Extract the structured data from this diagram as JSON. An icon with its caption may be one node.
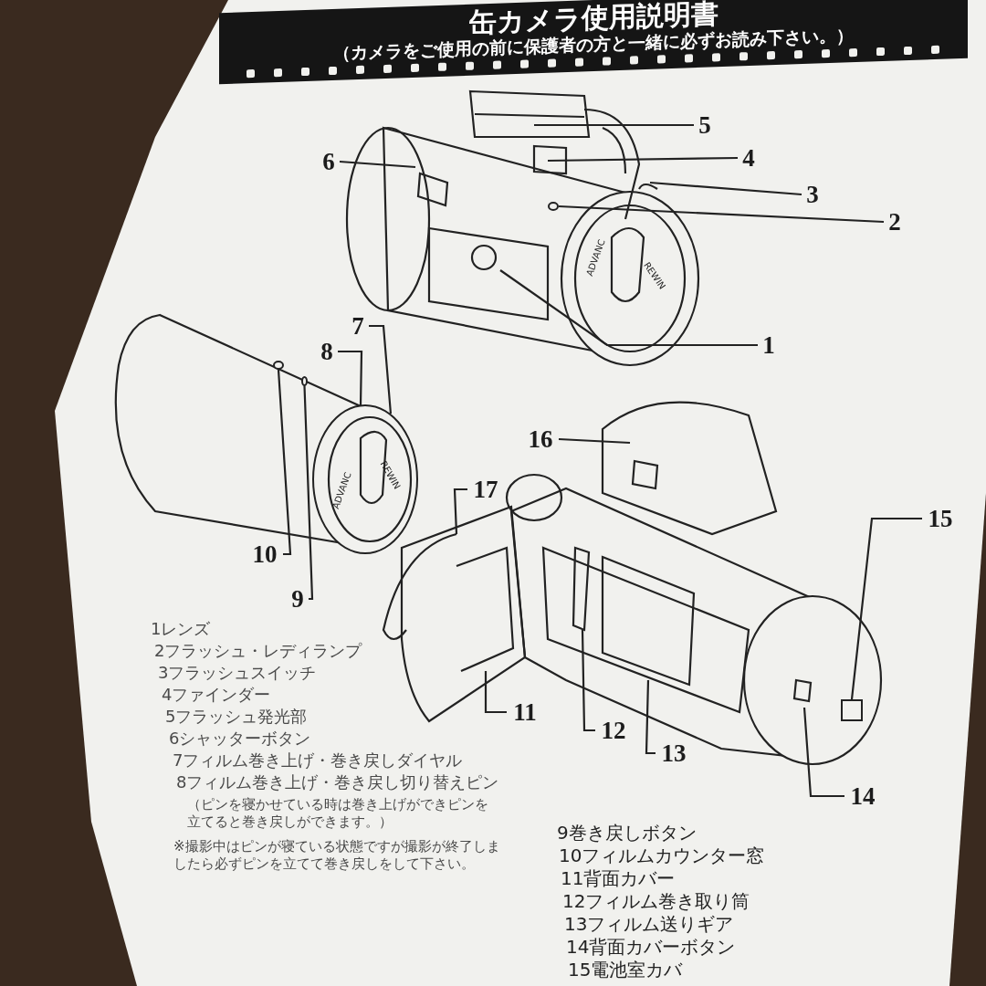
{
  "diagram": {
    "title": "缶カメラ使用説明書",
    "nodes": [
      {
        "text": [
          "5"
        ]
      },
      {
        "text": [
          "6"
        ]
      },
      {
        "text": [
          "4"
        ]
      },
      {
        "text": [
          "3"
        ]
      },
      {
        "text": [
          "2"
        ]
      },
      {
        "text": [
          "7"
        ]
      },
      {
        "text": [
          "8"
        ]
      },
      {
        "text": [
          "1"
        ]
      },
      {
        "text": [
          "16"
        ]
      },
      {
        "text": [
          "17"
        ]
      },
      {
        "text": [
          "15"
        ]
      },
      {
        "text": [
          "10"
        ]
      },
      {
        "text": [
          "9"
        ]
      },
      {
        "text": [
          "11"
        ]
      },
      {
        "text": [
          "12"
        ]
      },
      {
        "text": [
          "13"
        ]
      },
      {
        "text": [
          "14"
        ]
      },
      {
        "text": [
          "REWIN",
          "ADVANC"
        ]
      },
      {
        "text": [],
        "shape": "box"
      },
      {
        "text": [],
        "shape": "circle"
      },
      {
        "text": [],
        "shape": "circle"
      },
      {
        "text": [],
        "shape": "circle"
      }
    ],
    "edges": [
      {
        "from": 0,
        "to": null,
        "arrow": "none"
      },
      {
        "from": 1,
        "to": null,
        "arrow": "none"
      },
      {
        "from": 2,
        "to": null,
        "arrow": "none"
      },
      {
        "from": 3,
        "to": null,
        "arrow": "none"
      },
      {
        "from": 4,
        "to": 19,
        "arrow": "none"
      },
      {
        "from": 5,
        "to": 17,
        "arrow": "none"
      },
      {
        "from": 6,
        "to": 17,
        "arrow": "none"
      },
      {
        "from": 7,
        "to": null,
        "arrow": "none"
      },
      {
        "from": 8,
        "to": null,
        "arrow": "none"
      },
      {
        "from": 9,
        "to": null,
        "arrow": "none"
      },
      {
        "from": 10,
        "to": 18,
        "arrow": "none"
      },
      {
        "from": 11,
        "to": 20,
        "arrow": "none"
      },
      {
        "from": 12,
        "to": 21,
        "arrow": "none"
      },
      {
        "from": 13,
        "to": null,
        "arrow": "none"
      },
      {
        "from": 14,
        "to": null,
        "arrow": "none"
      },
      {
        "from": 15,
        "to": null,
        "arrow": "none"
      },
      {
        "from": 16,
        "to": null,
        "arrow": "none"
      }
    ],
    "labels": [
      "（カメラをご使用の前に保護者の方と一緒に必ずお読み下さい。）",
      "REWIN",
      "ADVANC",
      "1レンズ",
      "2フラッシュ・レディランプ",
      "3フラッシュスイッチ",
      "4ファインダー",
      "5フラッシュ発光部",
      "6シャッターボタン",
      "7フィルム巻き上げ・巻き戻しダイヤル",
      "8フィルム巻き上げ・巻き戻し切り替えピン",
      "（ピンを寝かせている時は巻き上げができピンを立てると巻き戻しができます。）",
      "※撮影中はピンが寝ている状態ですが撮影が終了しましたら必ずピンを立てて巻き戻しをして下さい。",
      "9巻き戻しボタン",
      "10フィルムカウンター窓",
      "11背面カバー",
      "12フィルム巻き取り筒",
      "13フィルム送りギア",
      "14背面カバーボタン",
      "15電池室カバ"
    ]
  }
}
